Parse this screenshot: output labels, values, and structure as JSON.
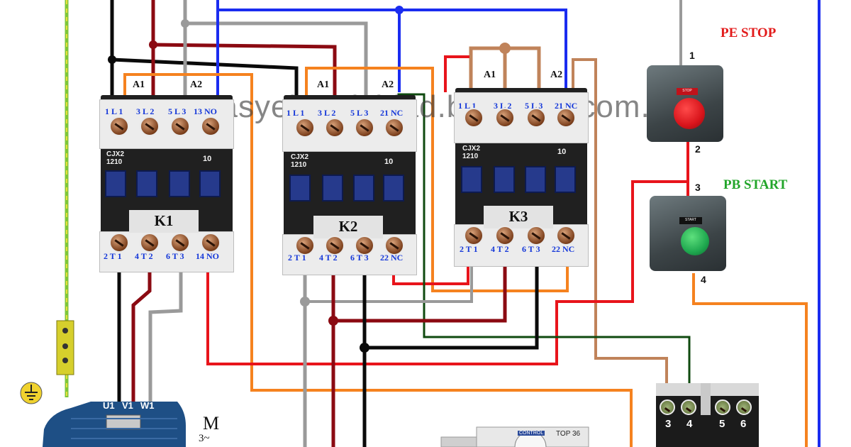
{
  "watermark": "esquemasyelectricidad.blogspot.com.es",
  "contactors": [
    {
      "id": "K1",
      "tag": "K1",
      "model": "CJX2\n1210",
      "rating": "10",
      "aux_a1": "A1",
      "aux_a2": "A2",
      "top_terminals": [
        "1 L 1",
        "3 L 2",
        "5 L 3",
        "13 NO"
      ],
      "bottom_terminals": [
        "2 T 1",
        "4 T 2",
        "6 T 3",
        "14 NO"
      ]
    },
    {
      "id": "K2",
      "tag": "K2",
      "model": "CJX2\n1210",
      "rating": "10",
      "aux_a1": "A1",
      "aux_a2": "A2",
      "top_terminals": [
        "1 L 1",
        "3 L 2",
        "5 L 3",
        "21 NC"
      ],
      "bottom_terminals": [
        "2 T 1",
        "4 T 2",
        "6 T 3",
        "22 NC"
      ]
    },
    {
      "id": "K3",
      "tag": "K3",
      "model": "CJX2\n1210",
      "rating": "10",
      "aux_a1": "A1",
      "aux_a2": "A2",
      "top_terminals": [
        "1 L 1",
        "3 L 2",
        "5 L 3",
        "21 NC"
      ],
      "bottom_terminals": [
        "2 T 1",
        "4 T 2",
        "6 T 3",
        "22 NC"
      ]
    }
  ],
  "stop_button": {
    "title": "PE  STOP",
    "plate": "STOP",
    "terminal_top": "1",
    "terminal_bottom": "2",
    "head_color": "#d8141b"
  },
  "start_button": {
    "title": "PB  START",
    "plate": "START",
    "terminal_top": "3",
    "terminal_bottom": "4",
    "head_color": "#1fa84f"
  },
  "relay": {
    "terminals": [
      "3",
      "4",
      "5",
      "6"
    ]
  },
  "timer": {
    "brand": "CONTROL",
    "model": "TOP 36"
  },
  "motor": {
    "labels": [
      "U1",
      "V1",
      "W1"
    ],
    "symbol": "M",
    "symbol_sub": "3~"
  },
  "wire_colors": {
    "black": "#0a0a0a",
    "dark_red": "#8b0a12",
    "grey": "#9a9a9a",
    "blue": "#1a2cf0",
    "orange": "#f5821f",
    "brown": "#c0835a",
    "red": "#e8141b",
    "dark_green": "#0f4a0f",
    "earth_green": "#7ec63a",
    "earth_yellow": "#e8df3a"
  }
}
